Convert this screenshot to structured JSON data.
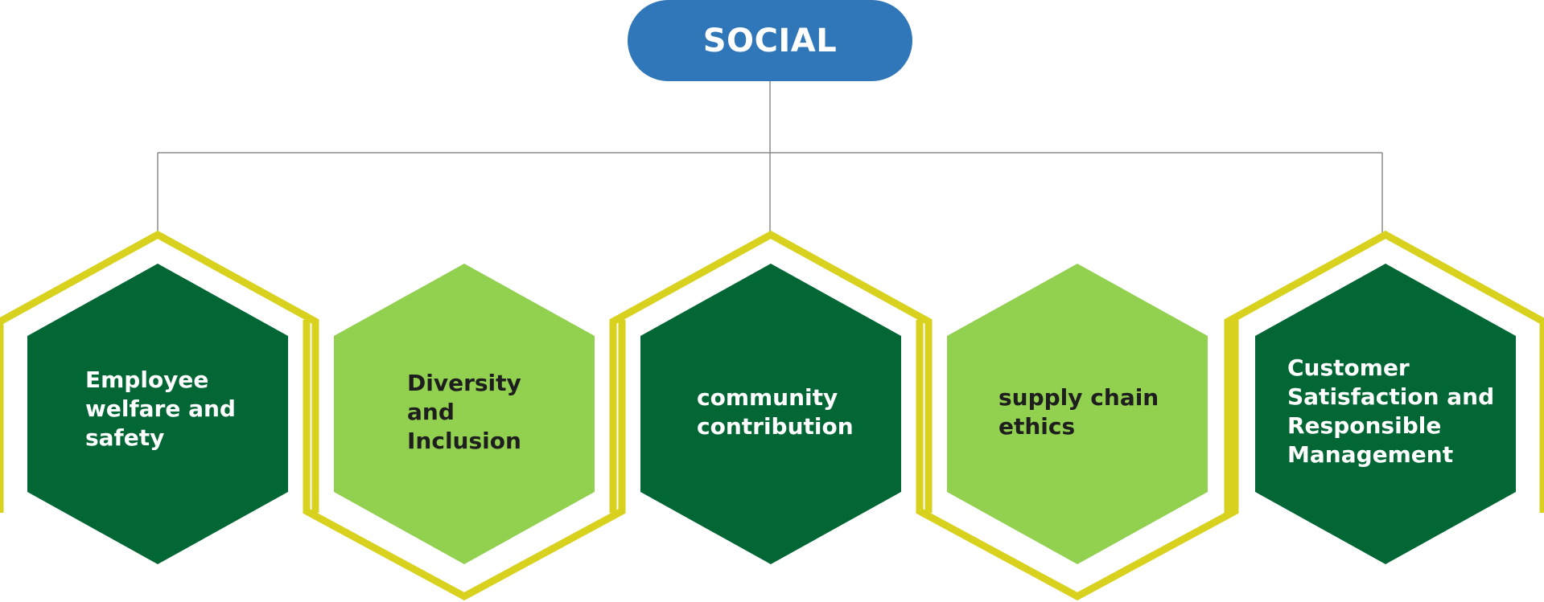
{
  "root": {
    "label": "SOCIAL"
  },
  "colors": {
    "root_fill": "#3077B9",
    "dark_green": "#036735",
    "light_green": "#92D050",
    "yellow_outline": "#D8D21E",
    "connector": "#8C8C8C",
    "dark_text": "#FFFFFF",
    "light_text": "#1E1E1E"
  },
  "items": [
    {
      "label": "Employee\nwelfare and\nsafety",
      "style": "dark",
      "outline": "top"
    },
    {
      "label": "Diversity\nand\nInclusion",
      "style": "light",
      "outline": "bottom"
    },
    {
      "label": "community\ncontribution",
      "style": "dark",
      "outline": "top"
    },
    {
      "label": "supply chain\nethics",
      "style": "light",
      "outline": "bottom"
    },
    {
      "label": "Customer\nSatisfaction and\nResponsible\nManagement",
      "style": "dark",
      "outline": "top"
    }
  ]
}
